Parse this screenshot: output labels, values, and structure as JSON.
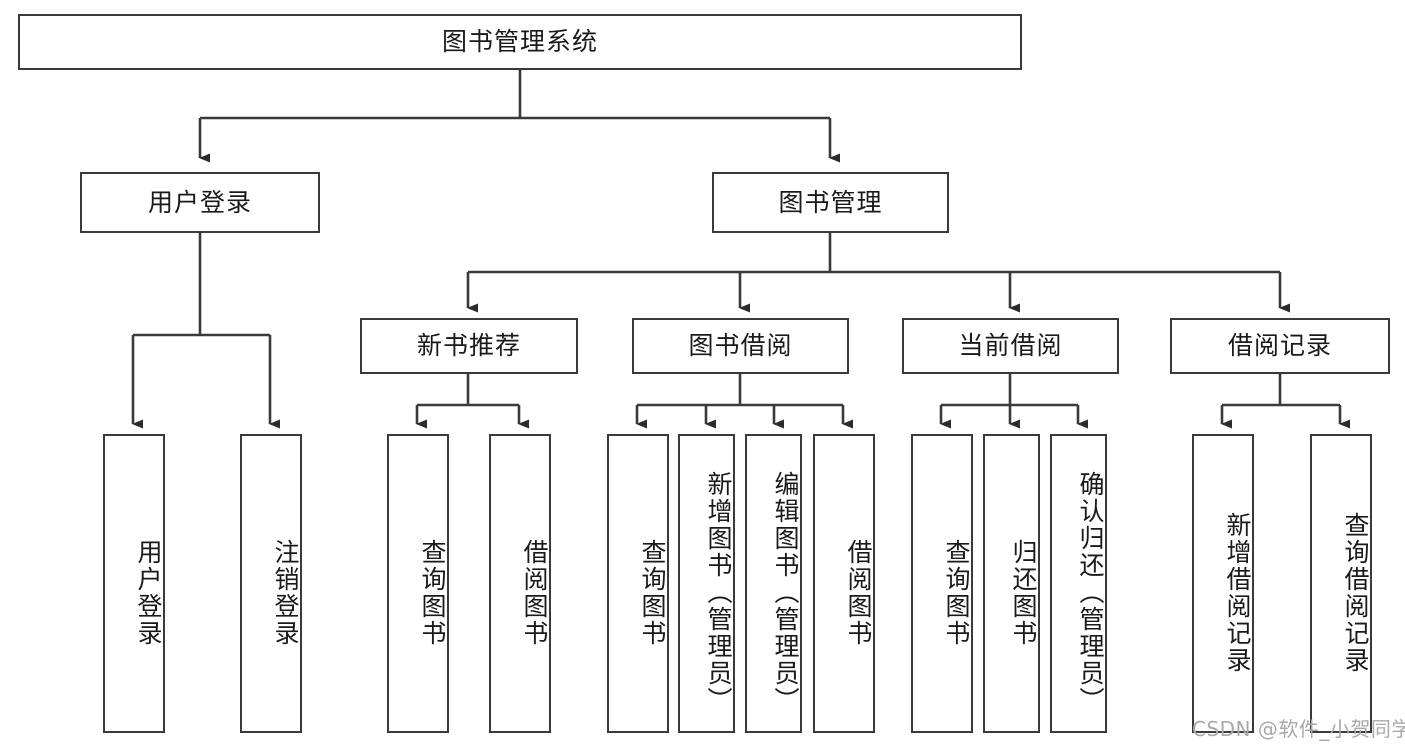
{
  "diagram": {
    "title": "图书管理系统",
    "type": "hierarchy-tree",
    "root": {
      "label": "图书管理系统"
    },
    "level2": [
      {
        "label": "用户登录"
      },
      {
        "label": "图书管理"
      }
    ],
    "level3": [
      {
        "label": "新书推荐"
      },
      {
        "label": "图书借阅"
      },
      {
        "label": "当前借阅"
      },
      {
        "label": "借阅记录"
      }
    ],
    "leaves": {
      "user_login": [
        {
          "label": "用户登录"
        },
        {
          "label": "注销登录"
        }
      ],
      "new_book_recommend": [
        {
          "label": "查询图书"
        },
        {
          "label": "借阅图书"
        }
      ],
      "book_borrow": [
        {
          "label": "查询图书"
        },
        {
          "label": "新增图书（管理员）"
        },
        {
          "label": "编辑图书（管理员）"
        },
        {
          "label": "借阅图书"
        }
      ],
      "current_borrow": [
        {
          "label": "查询图书"
        },
        {
          "label": "归还图书"
        },
        {
          "label": "确认归还（管理员）"
        }
      ],
      "borrow_record": [
        {
          "label": "新增借阅记录"
        },
        {
          "label": "查询借阅记录"
        }
      ]
    }
  },
  "watermark": {
    "text": "CSDN @软件_小贺同学"
  },
  "colors": {
    "stroke": "#3a3a3a",
    "background": "#ffffff",
    "text": "#1a1a1a",
    "watermark": "#a9a9a9"
  }
}
